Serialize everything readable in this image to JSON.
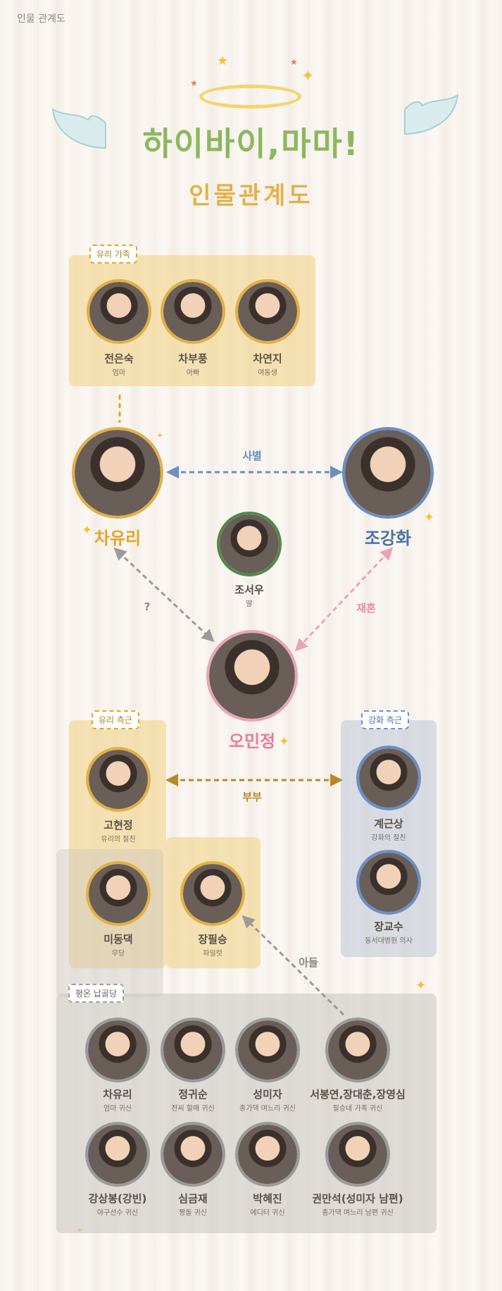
{
  "page_label": "인물 관계도",
  "title": {
    "main": "하이바이,마마!",
    "sub": "인물관계도"
  },
  "groups": {
    "yuri_family": {
      "tag": "유리 가족",
      "members": [
        {
          "name": "전은숙",
          "role": "엄마"
        },
        {
          "name": "차부풍",
          "role": "아빠"
        },
        {
          "name": "차연지",
          "role": "여동생"
        }
      ]
    },
    "yuri_side": {
      "tag": "유리 측근",
      "members": [
        {
          "name": "고현정",
          "role": "유리의 절친"
        },
        {
          "name": "미동댁",
          "role": "무당"
        },
        {
          "name": "장필승",
          "role": "파일럿"
        }
      ]
    },
    "ganghwa_side": {
      "tag": "강화 측근",
      "members": [
        {
          "name": "계근상",
          "role": "강화의 절친"
        },
        {
          "name": "장교수",
          "role": "동서대병원 의사"
        }
      ]
    },
    "ghosts": {
      "tag": "평온 납골당",
      "members": [
        {
          "name": "차유리",
          "role": "엄마 귀신"
        },
        {
          "name": "정귀순",
          "role": "전씨 할매 귀신"
        },
        {
          "name": "성미자",
          "role": "종가댁 며느리 귀신"
        },
        {
          "name": "서봉연,장대춘,장영심",
          "role": "필승네 가족 귀신"
        },
        {
          "name": "강상봉(강빈)",
          "role": "야구선수 귀신"
        },
        {
          "name": "심금재",
          "role": "짱돌 귀신"
        },
        {
          "name": "박혜진",
          "role": "에디터 귀신"
        },
        {
          "name": "권만석(성미자 남편)",
          "role": "종가댁 며느리 남편 귀신"
        }
      ]
    }
  },
  "main_characters": {
    "yuri": {
      "name": "차유리"
    },
    "ganghwa": {
      "name": "조강화"
    },
    "seowoo": {
      "name": "조서우",
      "role": "딸"
    },
    "minjeong": {
      "name": "오민정"
    }
  },
  "relations": {
    "yuri_ganghwa": "사별",
    "ganghwa_minjeong": "재혼",
    "yuri_minjeong": "?",
    "hyunjung_geunsang": "부부",
    "ghost_pilseung": "아들"
  },
  "colors": {
    "yellow": "#e0b046",
    "blue": "#6a8fc2",
    "pink": "#e9a4b8",
    "green": "#4f8a4a",
    "gray": "#9a9a9a",
    "title_green": "#8bb85f",
    "title_yellow": "#e2b24a"
  }
}
